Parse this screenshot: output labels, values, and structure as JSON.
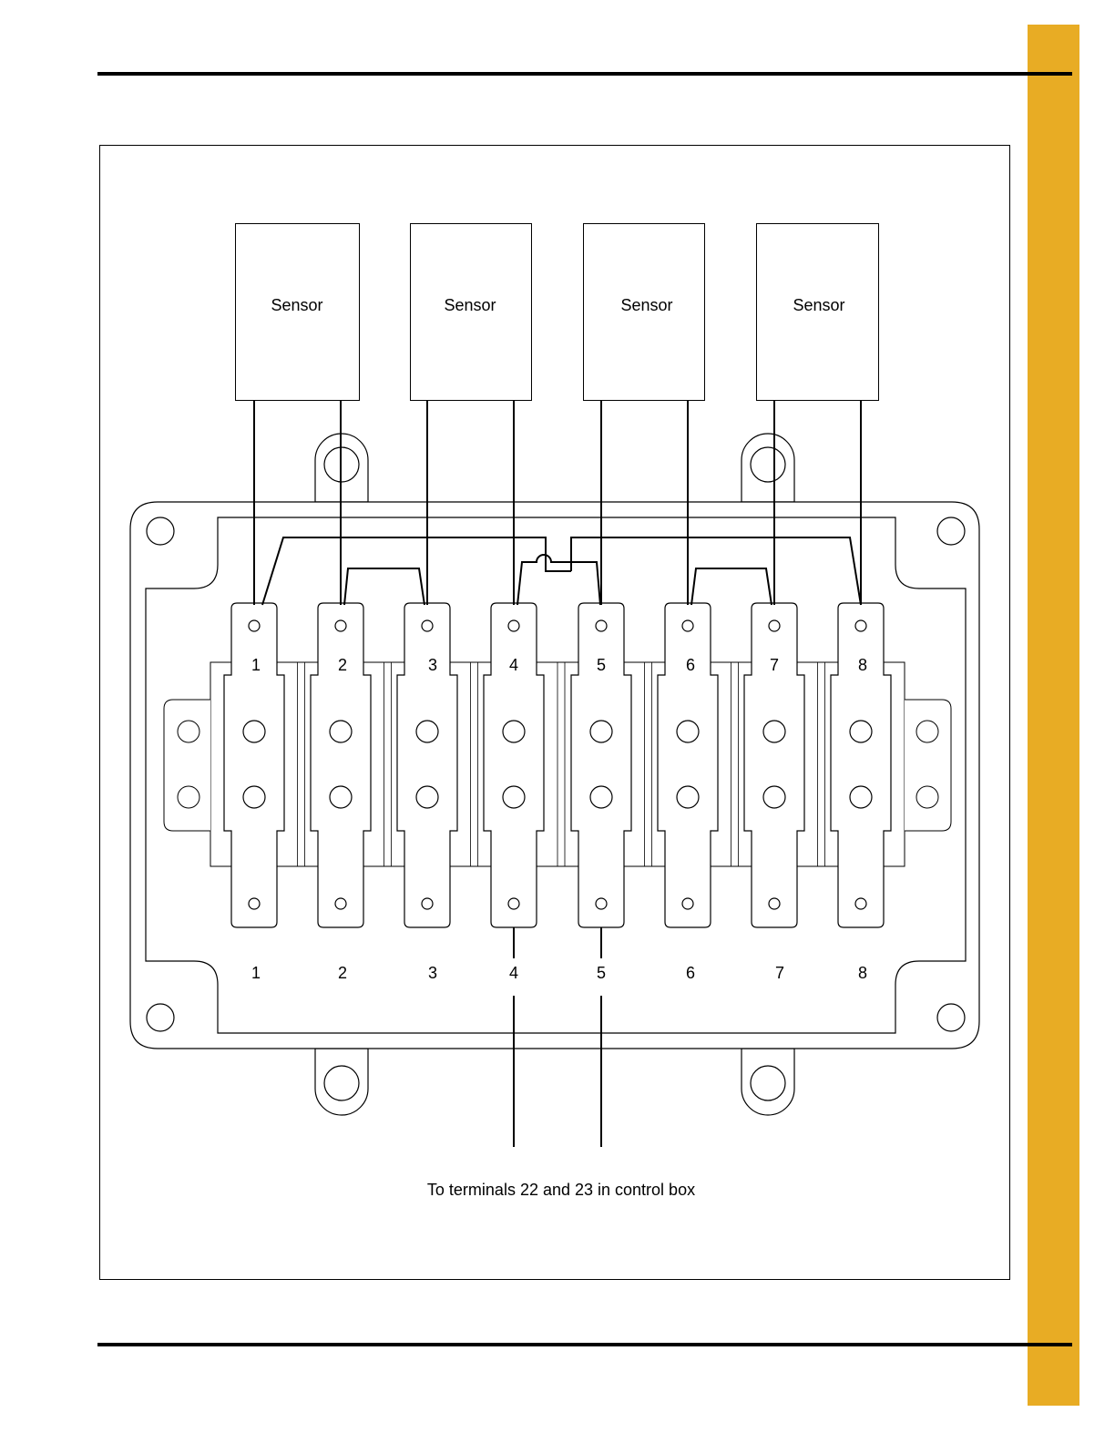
{
  "colors": {
    "accent_bar": "#E8AC24",
    "line": "#000000"
  },
  "sensors": [
    {
      "label": "Sensor"
    },
    {
      "label": "Sensor"
    },
    {
      "label": "Sensor"
    },
    {
      "label": "Sensor"
    }
  ],
  "terminals": {
    "top_labels": [
      "1",
      "2",
      "3",
      "4",
      "5",
      "6",
      "7",
      "8"
    ],
    "bottom_labels": [
      "1",
      "2",
      "3",
      "4",
      "5",
      "6",
      "7",
      "8"
    ]
  },
  "caption": "To terminals 22 and 23 in control box"
}
